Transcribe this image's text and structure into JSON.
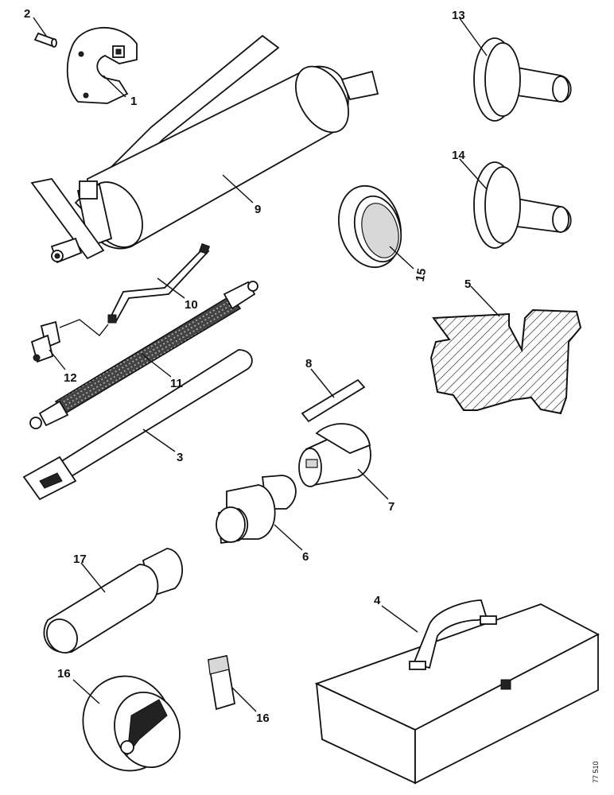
{
  "figure": {
    "reference": "77 510",
    "callouts": [
      {
        "id": "c1",
        "text": "1"
      },
      {
        "id": "c2",
        "text": "2"
      },
      {
        "id": "c3",
        "text": "3"
      },
      {
        "id": "c4",
        "text": "4"
      },
      {
        "id": "c5",
        "text": "5"
      },
      {
        "id": "c6",
        "text": "6"
      },
      {
        "id": "c7",
        "text": "7"
      },
      {
        "id": "c8",
        "text": "8"
      },
      {
        "id": "c9",
        "text": "9"
      },
      {
        "id": "c10",
        "text": "10"
      },
      {
        "id": "c11",
        "text": "11"
      },
      {
        "id": "c12",
        "text": "12"
      },
      {
        "id": "c13",
        "text": "13"
      },
      {
        "id": "c14",
        "text": "14"
      },
      {
        "id": "c15",
        "text": "15"
      },
      {
        "id": "c16a",
        "text": "16"
      },
      {
        "id": "c16b",
        "text": "16"
      },
      {
        "id": "c17",
        "text": "17"
      }
    ]
  }
}
